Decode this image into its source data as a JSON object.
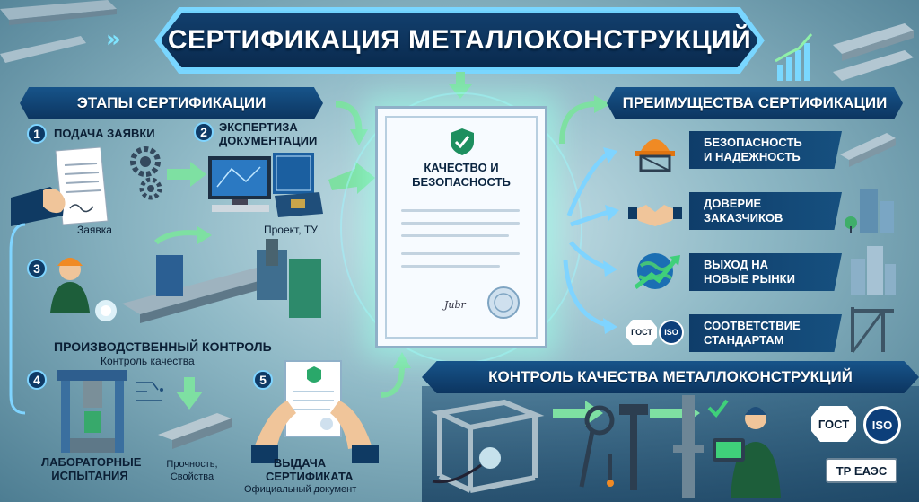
{
  "title": "СЕРТИФИКАЦИЯ МЕТАЛЛОКОНСТРУКЦИЙ",
  "stages": {
    "header": "ЭТАПЫ СЕРТИФИКАЦИИ",
    "steps": [
      {
        "num": "1",
        "title": "ПОДАЧА ЗАЯВКИ",
        "caption": "Заявка"
      },
      {
        "num": "2",
        "title_line1": "ЭКСПЕРТИЗА",
        "title_line2": "ДОКУМЕНТАЦИИ",
        "caption": "Проект, ТУ"
      },
      {
        "num": "3",
        "title": "ПРОИЗВОДСТВЕННЫЙ КОНТРОЛЬ",
        "caption": "Контроль качества"
      },
      {
        "num": "4",
        "title_line1": "ЛАБОРАТОРНЫЕ",
        "title_line2": "ИСПЫТАНИЯ",
        "caption": "Прочность, Свойства"
      },
      {
        "num": "5",
        "title_line1": "ВЫДАЧА",
        "title_line2": "СЕРТИФИКАТА",
        "caption": "Официальный документ"
      }
    ]
  },
  "certificate": {
    "title_line1": "КАЧЕСТВО И",
    "title_line2": "БЕЗОПАСНОСТЬ",
    "signature": "Jubr"
  },
  "advantages": {
    "header": "ПРЕИМУЩЕСТВА СЕРТИФИКАЦИИ",
    "items": [
      {
        "line1": "БЕЗОПАСНОСТЬ",
        "line2": "И НАДЕЖНОСТЬ",
        "icon": "hard-hat-icon"
      },
      {
        "line1": "ДОВЕРИЕ",
        "line2": "ЗАКАЗЧИКОВ",
        "icon": "handshake-icon"
      },
      {
        "line1": "ВЫХОД НА",
        "line2": "НОВЫЕ РЫНКИ",
        "icon": "globe-growth-icon"
      },
      {
        "line1": "СООТВЕТСТВИЕ",
        "line2": "СТАНДАРТАМ",
        "icon": "standards-icon"
      }
    ],
    "badges": {
      "gost": "ГОСТ",
      "iso": "ISO"
    }
  },
  "quality_control": {
    "header": "КОНТРОЛЬ КАЧЕСТВА МЕТАЛЛОКОНСТРУКЦИЙ",
    "badges": {
      "gost": "ГОСТ",
      "iso": "ISO",
      "tr": "ТР ЕАЭС"
    }
  },
  "colors": {
    "banner": "#0c3560",
    "accent": "#79d6ff",
    "arrow": "#7ee0a2"
  }
}
